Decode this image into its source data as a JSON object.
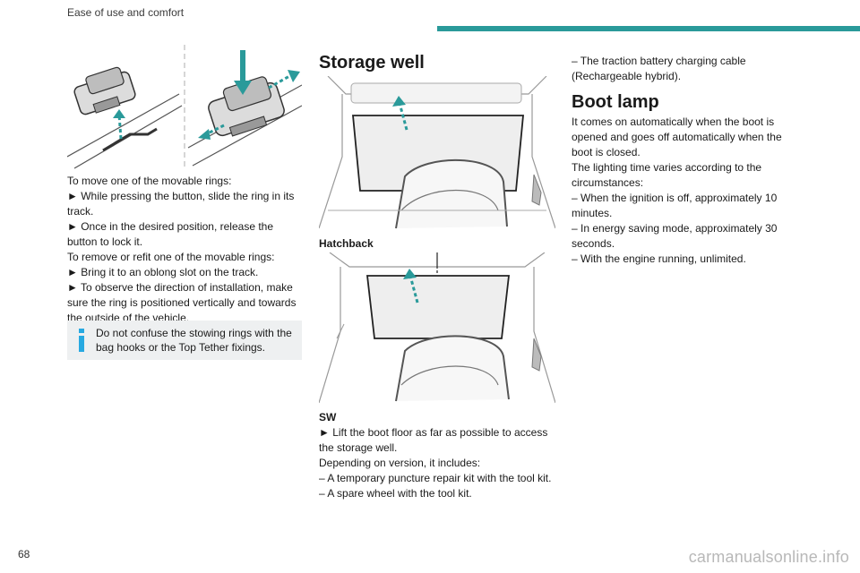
{
  "header": {
    "section_title": "Ease of use and comfort"
  },
  "left": {
    "paragraphs": [
      "To move one of the movable rings:",
      "► While pressing the button, slide the ring in its track.",
      "► Once in the desired position, release the button to lock it.",
      "To remove or refit one of the movable rings:",
      "► Bring it to an oblong slot on the track.",
      "► To observe the direction of installation, make sure the ring is positioned vertically and towards the outside of the vehicle."
    ],
    "note": "Do not confuse the stowing rings with the bag hooks or the Top Tether fixings.",
    "note_icon": "info-icon"
  },
  "middle": {
    "heading": "Storage well",
    "caption_1": "Hatchback",
    "caption_2": "SW",
    "paragraphs": [
      "► Lift the boot floor as far as possible to access the storage well.",
      "Depending on version, it includes:",
      "– A temporary puncture repair kit with the tool kit.",
      "– A spare wheel with the tool kit."
    ]
  },
  "right": {
    "intro": "– The traction battery charging cable (Rechargeable hybrid).",
    "heading": "Boot lamp",
    "paragraphs": [
      "It comes on automatically when the boot is opened and goes off automatically when the boot is closed.",
      "The lighting time varies according to the circumstances:",
      "– When the ignition is off, approximately 10 minutes.",
      "– In energy saving mode, approximately 30 seconds.",
      "– With the engine running, unlimited."
    ]
  },
  "footer": {
    "page_number": "68",
    "watermark": "carmanualsonline.info"
  },
  "colors": {
    "accent": "#2a9a9a",
    "note_bg": "#eef0f1",
    "info_icon": "#27a9e1"
  }
}
